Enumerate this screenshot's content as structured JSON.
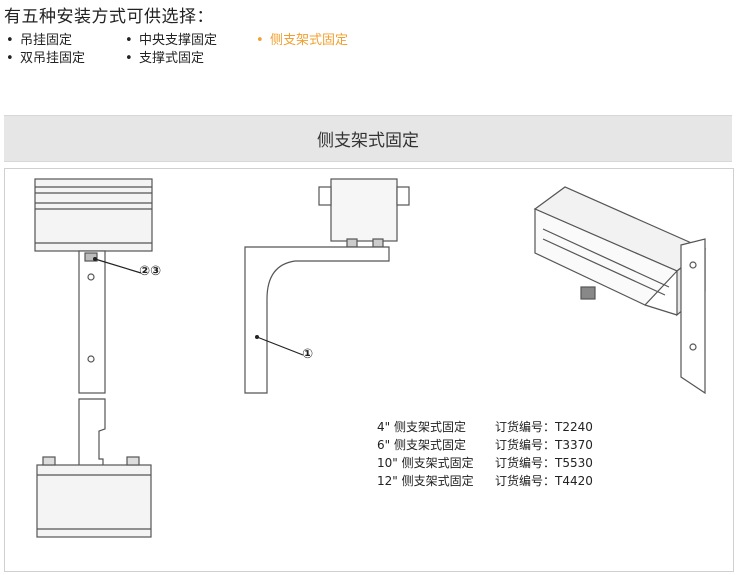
{
  "intro": {
    "title": "有五种安装方式可供选择：",
    "methods": [
      {
        "label": "吊挂固定",
        "active": false
      },
      {
        "label": "中央支撑固定",
        "active": false
      },
      {
        "label": "侧支架式固定",
        "active": true
      },
      {
        "label": "双吊挂固定",
        "active": false
      },
      {
        "label": "支撑式固定",
        "active": false
      }
    ]
  },
  "accent_color": "#f0a030",
  "section": {
    "title": "侧支架式固定"
  },
  "figure": {
    "callouts": {
      "left": "②③",
      "middle": "①"
    },
    "order_rows": [
      {
        "name": "4\" 侧支架式固定",
        "code": "订货编号：T2240"
      },
      {
        "name": "6\" 侧支架式固定",
        "code": "订货编号：T3370"
      },
      {
        "name": "10\" 侧支架式固定",
        "code": "订货编号：T5530"
      },
      {
        "name": "12\" 侧支架式固定",
        "code": "订货编号：T4420"
      }
    ]
  }
}
